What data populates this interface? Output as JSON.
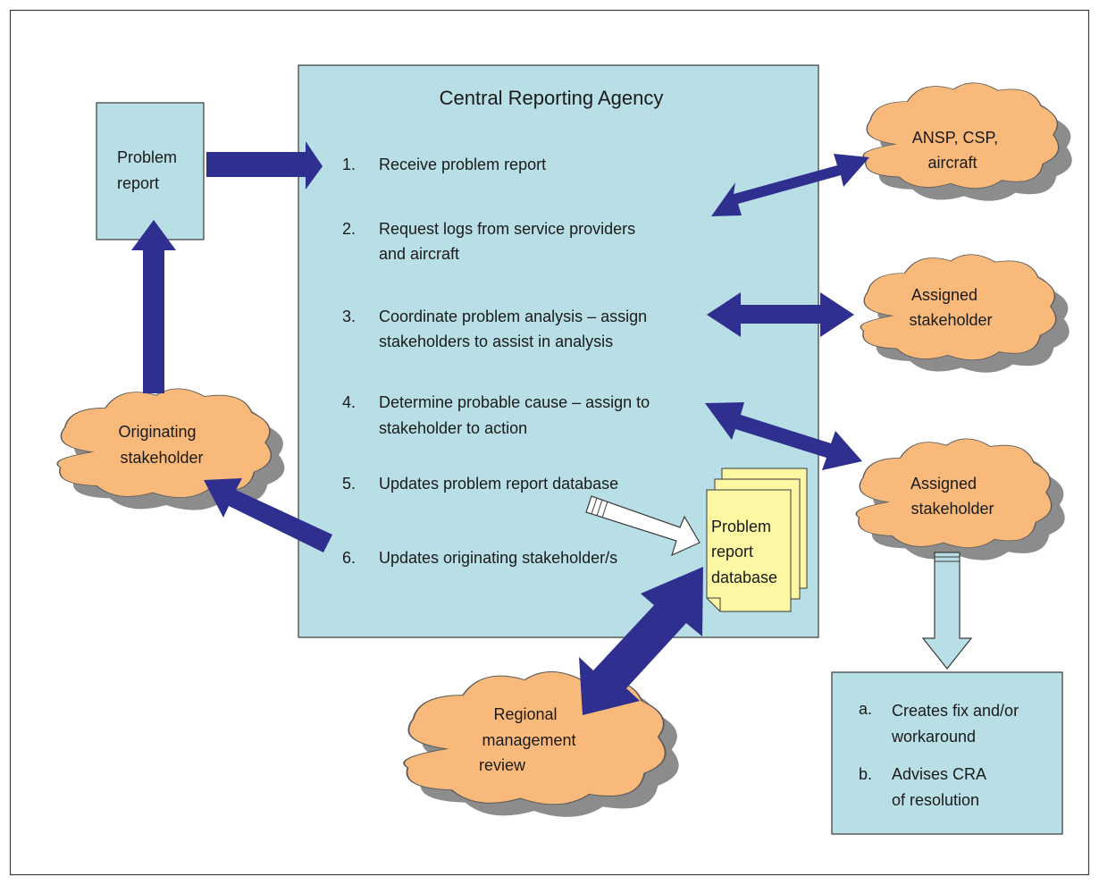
{
  "colors": {
    "box_fill": "#b9dfe6",
    "box_stroke": "#3a3a3a",
    "cloud_fill": "#f8b97a",
    "cloud_shadow": "#8c8c8c",
    "arrow": "#2f2f8f",
    "db_fill": "#fbf7a3",
    "hollow_arrow_fill": "#ffffff",
    "down_arrow_fill": "#b9dfe6"
  },
  "problem_report": {
    "line1": "Problem",
    "line2": "report"
  },
  "cra": {
    "title": "Central Reporting Agency",
    "steps": [
      {
        "num": "1.",
        "lines": [
          "Receive problem report"
        ]
      },
      {
        "num": "2.",
        "lines": [
          "Request logs from service providers",
          "and aircraft"
        ]
      },
      {
        "num": "3.",
        "lines": [
          "Coordinate problem analysis – assign",
          "stakeholders to assist in analysis"
        ]
      },
      {
        "num": "4.",
        "lines": [
          "Determine probable cause – assign to",
          "stakeholder to action"
        ]
      },
      {
        "num": "5.",
        "lines": [
          "Updates problem report database"
        ]
      },
      {
        "num": "6.",
        "lines": [
          "Updates originating stakeholder/s"
        ]
      }
    ]
  },
  "clouds": {
    "ansp": {
      "lines": [
        "ANSP, CSP,",
        "aircraft"
      ]
    },
    "assigned1": {
      "lines": [
        "Assigned",
        "stakeholder"
      ]
    },
    "assigned2": {
      "lines": [
        "Assigned",
        "stakeholder"
      ]
    },
    "originating": {
      "lines": [
        "Originating",
        "stakeholder"
      ]
    },
    "regional": {
      "lines": [
        "Regional",
        "management",
        "review"
      ]
    }
  },
  "database": {
    "lines": [
      "Problem",
      "report",
      "database"
    ]
  },
  "resolution": {
    "items": [
      {
        "letter": "a.",
        "lines": [
          "Creates fix and/or",
          "workaround"
        ]
      },
      {
        "letter": "b.",
        "lines": [
          "Advises CRA",
          "of resolution"
        ]
      }
    ]
  }
}
